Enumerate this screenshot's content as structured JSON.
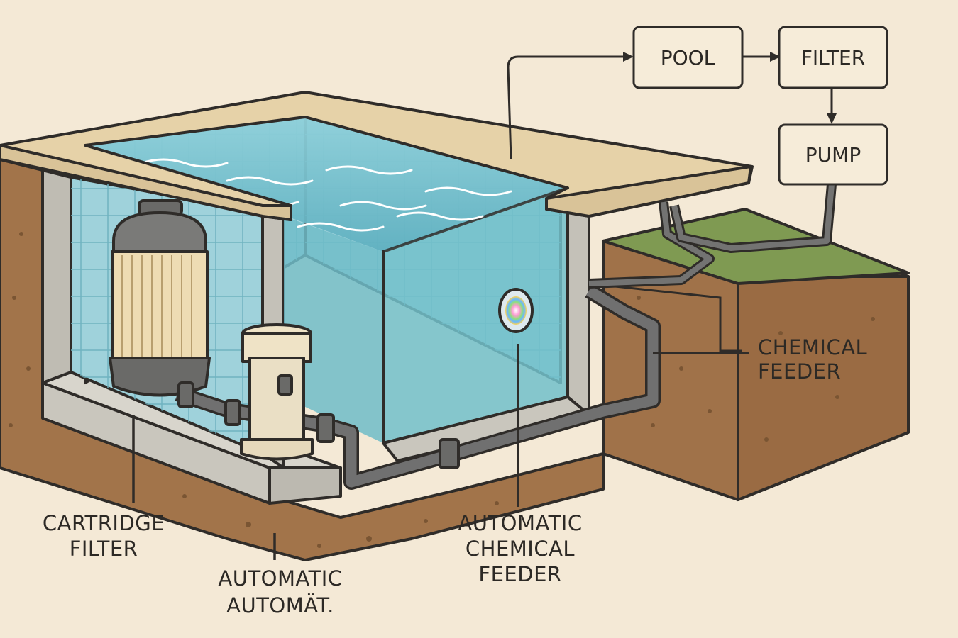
{
  "flow": {
    "pool": "POOL",
    "filter": "FILTER",
    "pump": "PUMP"
  },
  "labels": {
    "cartridge_filter": [
      "CARTRIDGE",
      "FILTER"
    ],
    "automatic": [
      "AUTOMATIC",
      "AUTOMÄT."
    ],
    "automatic_chemical_feeder": [
      "AUTOMATIC",
      "CHEMICAL",
      "FEEDER"
    ],
    "chemical_feeder": [
      "CHEMICAL",
      "FEEDER"
    ]
  },
  "colors": {
    "background": "#f4e9d6",
    "water": "#7ec4cf",
    "coping": "#e6d2a8",
    "soil": "#9c6f45",
    "grass": "#7f9a52",
    "pipe": "#6e6e6c",
    "ink": "#2f2c29"
  }
}
